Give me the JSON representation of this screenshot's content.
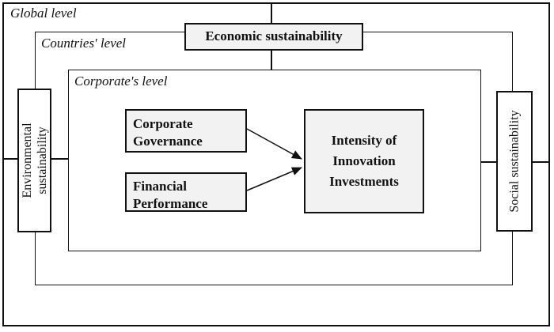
{
  "levels": {
    "global": "Global level",
    "countries": "Countries' level",
    "corporate": "Corporate's level"
  },
  "nodes": {
    "economic": {
      "label": "Economic sustainability"
    },
    "environmental": {
      "lines": [
        "Environmental",
        "sustainability"
      ]
    },
    "social": {
      "label": "Social sustainability"
    },
    "corporate_governance": {
      "lines": [
        "Corporate",
        "Governance"
      ]
    },
    "financial_performance": {
      "lines": [
        "Financial",
        "Performance"
      ]
    },
    "intensity": {
      "lines": [
        "Intensity of",
        "Innovation",
        "Investments"
      ]
    }
  },
  "arrows": [
    {
      "from": "Corporate Governance",
      "to": "Intensity of Innovation Investments"
    },
    {
      "from": "Financial Performance",
      "to": "Intensity of Innovation Investments"
    }
  ],
  "colors": {
    "border": "#111111",
    "node_fill": "#f2f2f2",
    "background": "#ffffff"
  }
}
